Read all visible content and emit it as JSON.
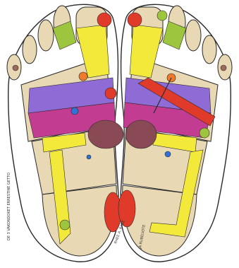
{
  "colors": {
    "bone": "#e8d9b4",
    "yellow": "#f2e93a",
    "purple": "#8f6bd6",
    "magenta": "#c23d92",
    "red": "#e03a2a",
    "orange": "#ee7a2a",
    "green": "#9dc53d",
    "brown": "#9c6b5c",
    "blue": "#2f73d8",
    "maroon": "#8a4a55"
  },
  "annotations": {
    "left_margin": "DE 3 VAKONDOKET ERRESTINE GETTO",
    "left_sign": "RHEE A. RAKE",
    "right_sign": "JA RUBELIOTE"
  }
}
